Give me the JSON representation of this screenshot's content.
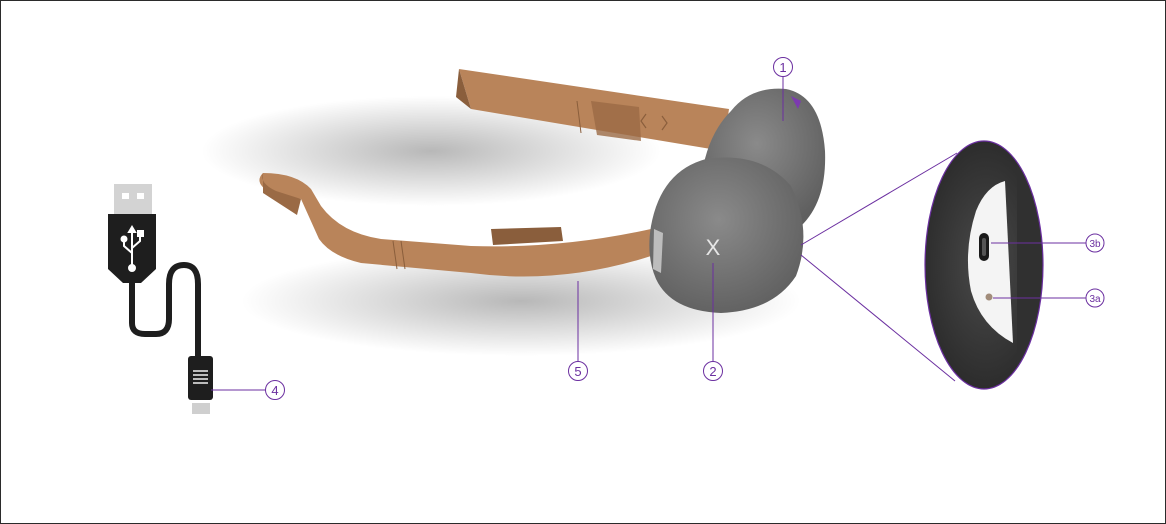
{
  "colors": {
    "accent": "#6b2fa0",
    "strap": "#b9845a",
    "mask_fabric": "#7a7a7a",
    "cable": "#1e1e1e",
    "connector_metal": "#cfcfcf",
    "port_fabric": "#3a3a3a"
  },
  "icons": {
    "usb_symbol": "usb-symbol-icon",
    "logo": "x-logo-icon"
  },
  "callouts": {
    "c1": "1",
    "c2": "2",
    "c3a": "3a",
    "c3b": "3b",
    "c4": "4",
    "c5": "5"
  },
  "logo_mark": "X"
}
